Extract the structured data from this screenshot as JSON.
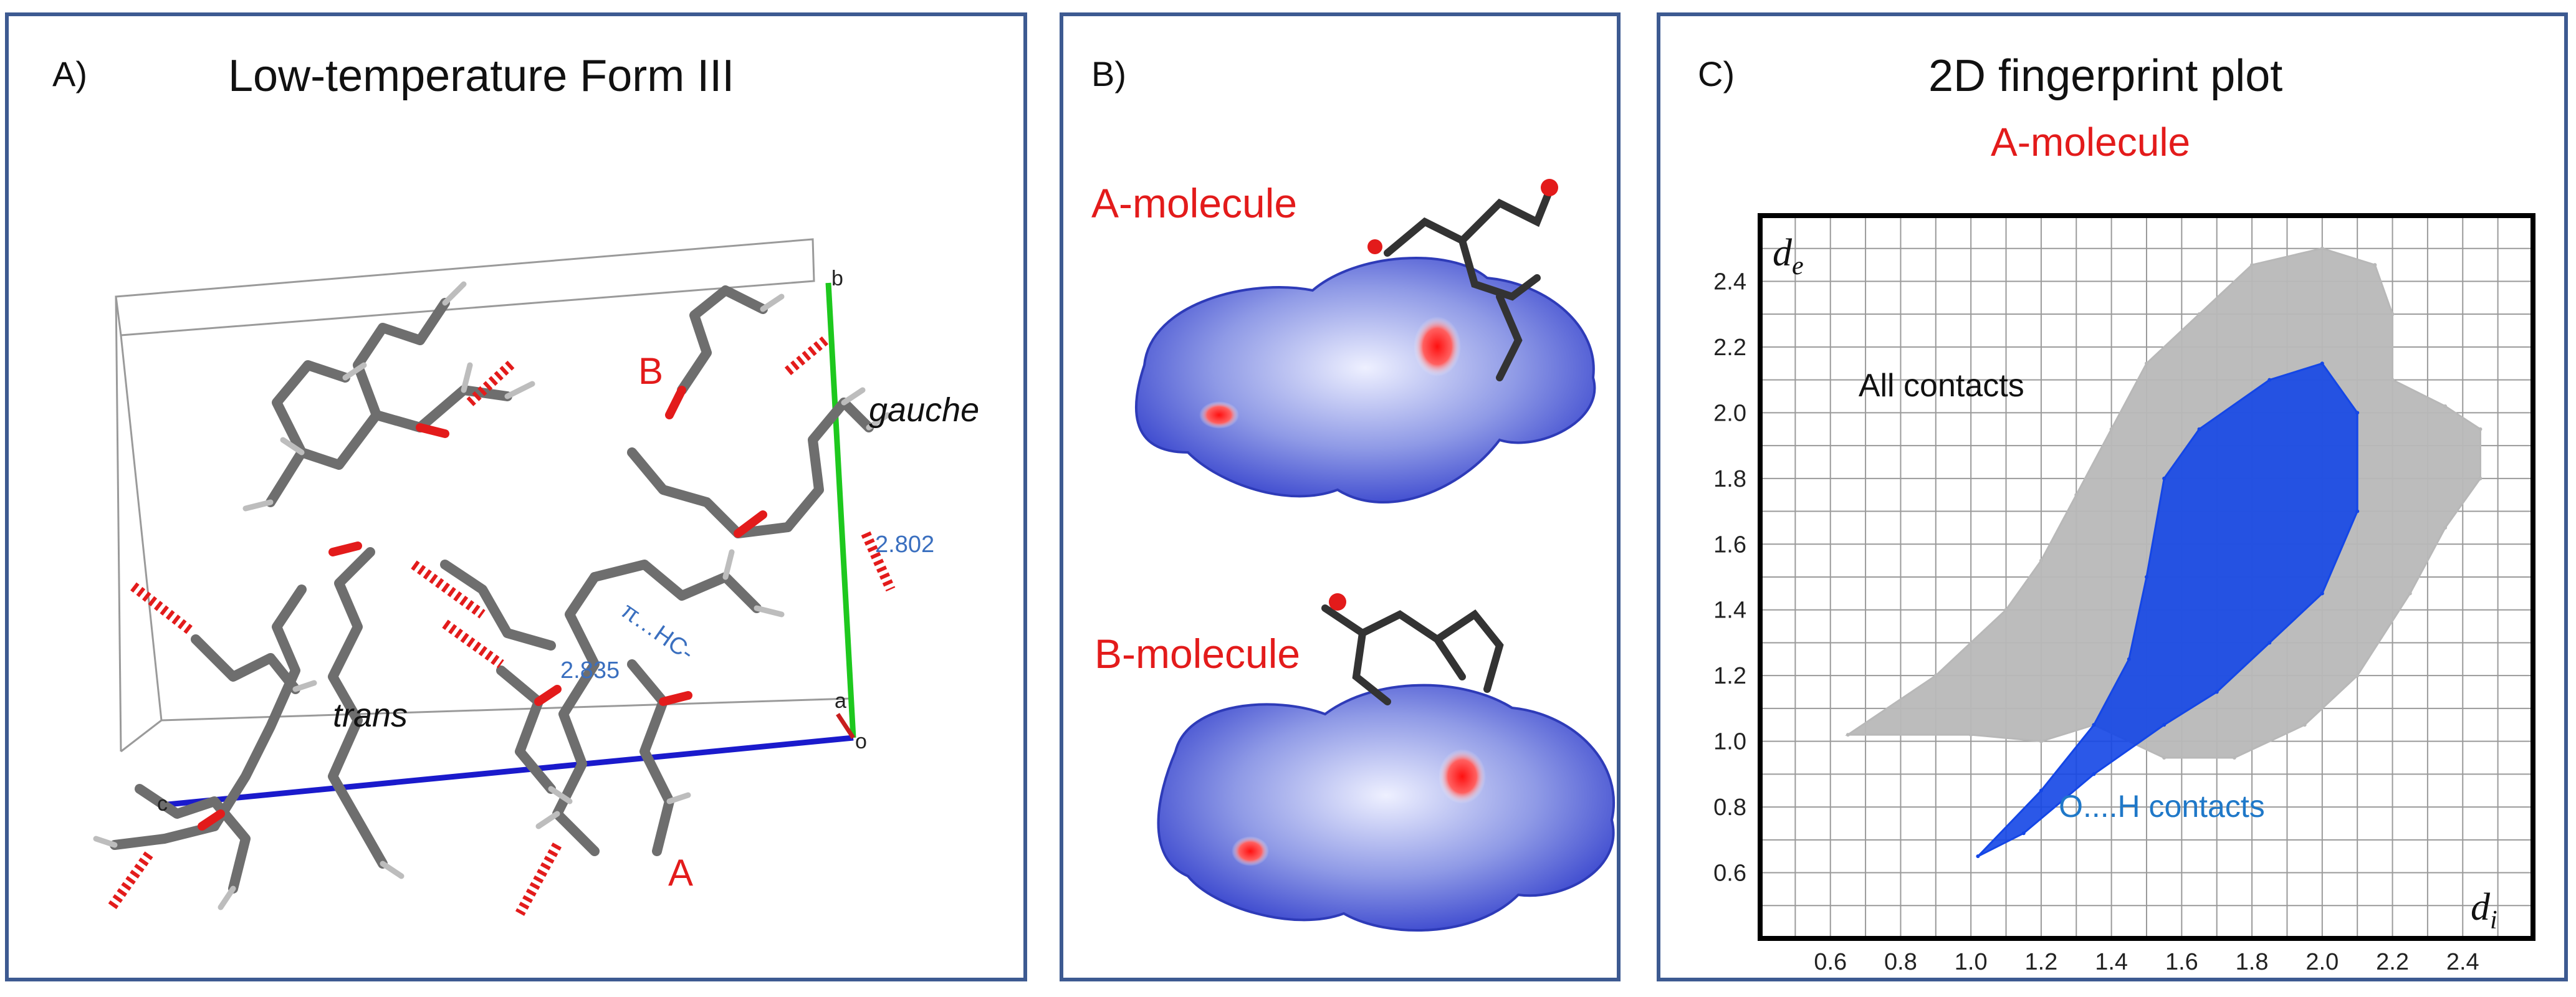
{
  "panelA": {
    "label": "A)",
    "title": "Low-temperature Form III",
    "molecule_labels": [
      "B",
      "A"
    ],
    "conformations": [
      "gauche",
      "trans"
    ],
    "interactions": [
      "2.802",
      "π…HC-",
      "2.835"
    ],
    "axes": [
      "b",
      "a",
      "o",
      "c"
    ],
    "colors": {
      "atom_red": "#e31b1b",
      "bond_gray": "#7a7a7a",
      "axis_b": "#1ec81e",
      "axis_c": "#1a1acc",
      "axis_a": "#c81e1e",
      "annotation_blue": "#3a6fbf"
    }
  },
  "panelB": {
    "label": "B)",
    "labels": [
      "A-molecule",
      "B-molecule"
    ],
    "colors": {
      "surface_blue": "#3f4fd6",
      "hotspot_red": "#e31b1b"
    }
  },
  "panelC": {
    "label": "C)",
    "title": "2D fingerprint plot",
    "subtitle": "A-molecule",
    "all_contacts": "All contacts",
    "oh_contacts": "O....H contacts",
    "colors": {
      "all_gray": "#b8b8b8",
      "oh_blue": "#1446e6",
      "oh_label": "#1f78c8"
    }
  },
  "chart_data": {
    "type": "scatter",
    "title": "2D fingerprint plot",
    "xlabel": "d_i",
    "ylabel": "d_e",
    "xlim": [
      0.4,
      2.6
    ],
    "ylim": [
      0.4,
      2.6
    ],
    "xticks": [
      "0.6",
      "0.8",
      "1.0",
      "1.2",
      "1.4",
      "1.6",
      "1.8",
      "2.0",
      "2.2",
      "2.4"
    ],
    "yticks": [
      "0.6",
      "0.8",
      "1.0",
      "1.2",
      "1.4",
      "1.6",
      "1.8",
      "2.0",
      "2.2",
      "2.4"
    ],
    "grid": true,
    "series": [
      {
        "name": "All contacts",
        "color": "#b8b8b8",
        "points": [
          [
            0.65,
            1.02
          ],
          [
            0.9,
            1.2
          ],
          [
            1.1,
            1.4
          ],
          [
            1.2,
            1.55
          ],
          [
            1.3,
            1.75
          ],
          [
            1.4,
            1.95
          ],
          [
            1.5,
            2.15
          ],
          [
            1.65,
            2.3
          ],
          [
            1.8,
            2.45
          ],
          [
            2.0,
            2.5
          ],
          [
            2.15,
            2.45
          ],
          [
            2.2,
            2.3
          ],
          [
            2.2,
            2.1
          ],
          [
            2.35,
            2.02
          ],
          [
            2.45,
            1.95
          ],
          [
            2.45,
            1.8
          ],
          [
            2.35,
            1.65
          ],
          [
            2.25,
            1.45
          ],
          [
            2.1,
            1.2
          ],
          [
            1.95,
            1.05
          ],
          [
            1.75,
            0.95
          ],
          [
            1.55,
            0.95
          ],
          [
            1.35,
            1.05
          ],
          [
            1.2,
            1.0
          ],
          [
            1.0,
            1.02
          ]
        ]
      },
      {
        "name": "O....H contacts",
        "color": "#1446e6",
        "points": [
          [
            1.02,
            0.65
          ],
          [
            1.2,
            0.85
          ],
          [
            1.35,
            1.05
          ],
          [
            1.45,
            1.25
          ],
          [
            1.5,
            1.5
          ],
          [
            1.55,
            1.8
          ],
          [
            1.65,
            1.95
          ],
          [
            1.85,
            2.1
          ],
          [
            2.0,
            2.15
          ],
          [
            2.1,
            2.0
          ],
          [
            2.1,
            1.7
          ],
          [
            2.0,
            1.45
          ],
          [
            1.85,
            1.3
          ],
          [
            1.7,
            1.15
          ],
          [
            1.55,
            1.05
          ],
          [
            1.35,
            0.9
          ],
          [
            1.15,
            0.72
          ]
        ]
      }
    ]
  }
}
